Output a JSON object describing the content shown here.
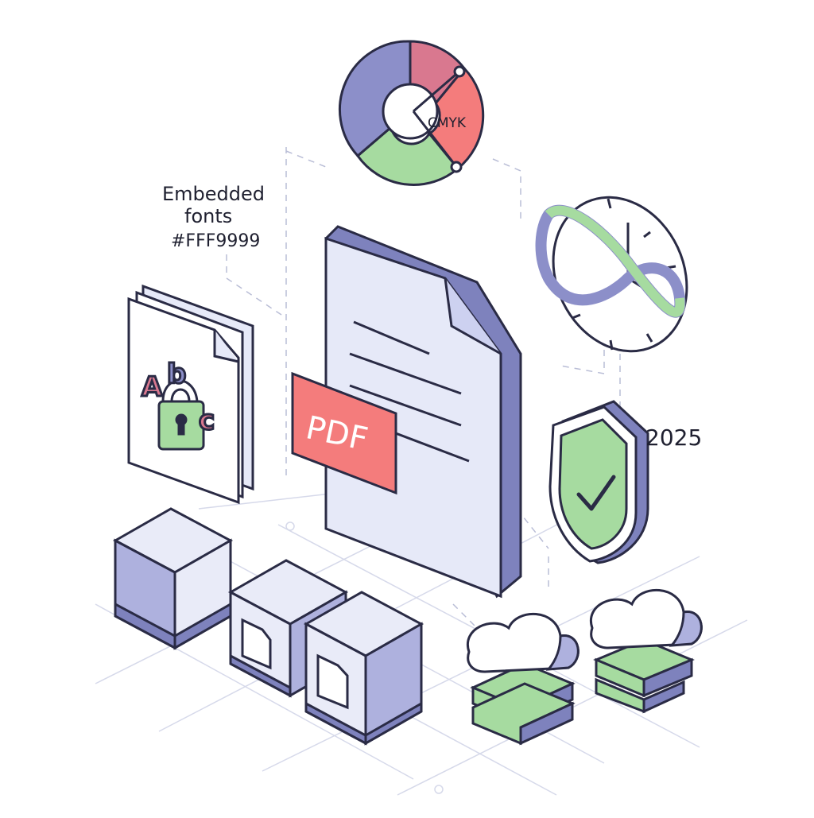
{
  "labels": {
    "embedded_fonts_line1": "Embedded",
    "embedded_fonts_line2": "fonts",
    "font_color_hex": "#FFF9999",
    "cmyk": "CMYK",
    "pdf": "PDF",
    "year": "2025",
    "abc_a": "A",
    "abc_b": "b",
    "abc_c": "c"
  },
  "colors": {
    "outline": "#2a2b45",
    "doc_face": "#e6e9f8",
    "doc_side": "#7e82bd",
    "accent_red": "#f47c7c",
    "accent_pink": "#d9788f",
    "accent_green": "#a6dba0",
    "accent_purple": "#8c8fc9",
    "box_light": "#e9ebf8",
    "box_mid": "#aeb1de",
    "grid": "#d6d9ea",
    "dash": "#b9bdd6"
  },
  "icons": [
    "pdf-document-icon",
    "cmyk-color-wheel-icon",
    "infinity-clock-icon",
    "shield-check-icon",
    "locked-font-pages-icon",
    "archive-box-icon",
    "cloud-server-icon"
  ]
}
